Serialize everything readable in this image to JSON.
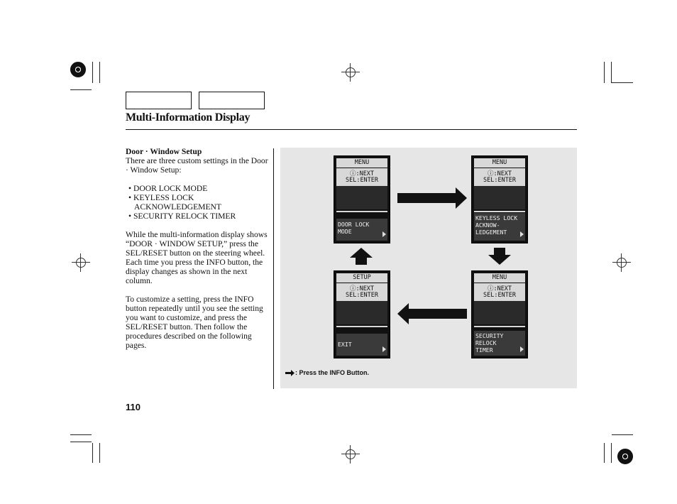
{
  "section_title": "Multi-Information Display",
  "left_column": {
    "heading": "Door · Window Setup",
    "intro": "There are three custom settings in the Door · Window Setup:",
    "bullets": [
      "DOOR LOCK MODE",
      "KEYLESS LOCK ACKNOWLEDGEMENT",
      "SECURITY RELOCK TIMER"
    ],
    "para1": "While the multi-information display shows “DOOR · WINDOW SETUP,” press the SEL/RESET button on the steering wheel. Each time you press the INFO button, the display changes as shown in the next column.",
    "para2": "To customize a setting, press the INFO button repeatedly until you see the setting you want to customize, and press the SEL/RESET button. Then follow the procedures described on the following pages."
  },
  "screens": [
    {
      "header": "MENU",
      "line2": "ⓘ:NEXT",
      "line3": "SEL:ENTER",
      "option": "DOOR LOCK\nMODE"
    },
    {
      "header": "MENU",
      "line2": "ⓘ:NEXT",
      "line3": "SEL:ENTER",
      "option": "KEYLESS LOCK\nACKNOW-\nLEDGEMENT"
    },
    {
      "header": "SETUP",
      "line2": "ⓘ:NEXT",
      "line3": "SEL:ENTER",
      "option": "EXIT"
    },
    {
      "header": "MENU",
      "line2": "ⓘ:NEXT",
      "line3": "SEL:ENTER",
      "option": "SECURITY\nRELOCK\nTIMER"
    }
  ],
  "footnote": ": Press the INFO Button.",
  "page_number": "110",
  "colors": {
    "panel": "#e6e6e6",
    "screen": "#111111"
  }
}
